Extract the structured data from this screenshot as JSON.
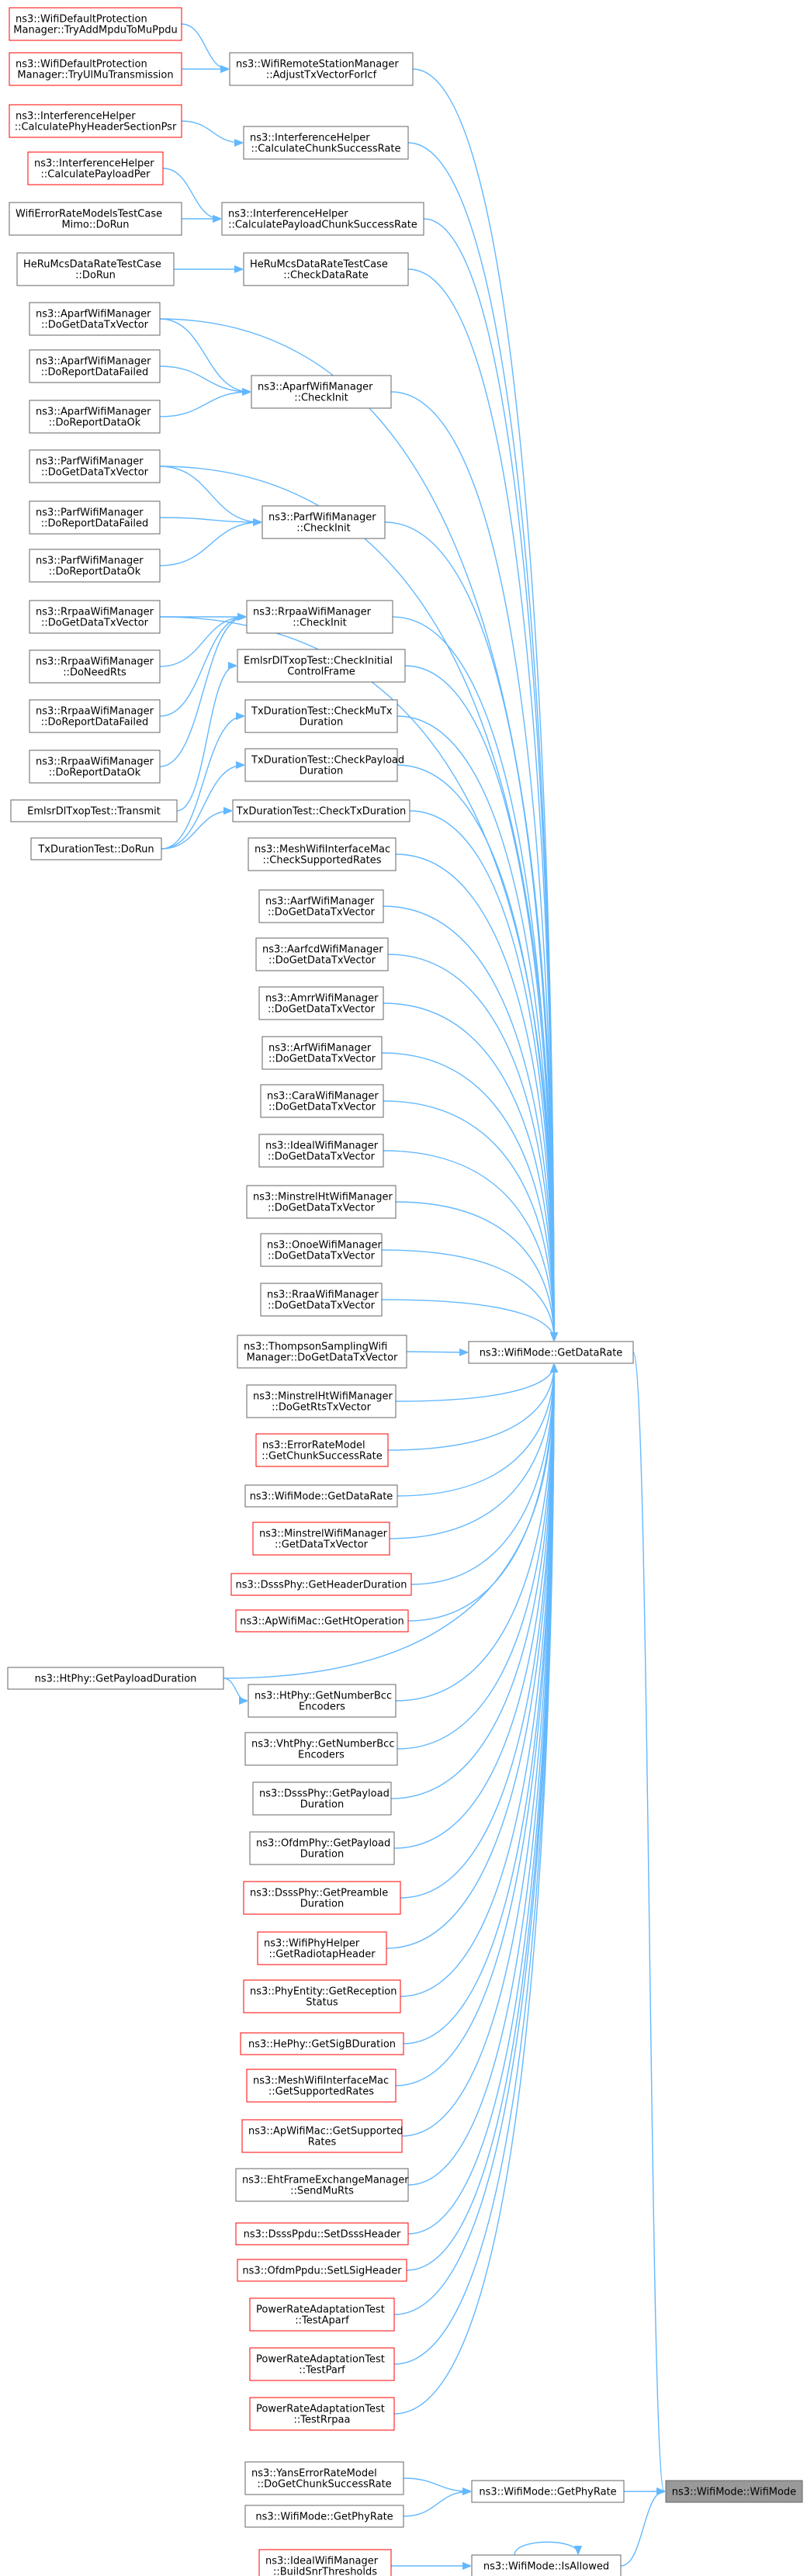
{
  "diagram": {
    "type": "call-graph",
    "colors": {
      "edge": "#63b8ff",
      "border_normal": "#666666",
      "border_incomplete": "#ff0000",
      "focus_fill": "#999999",
      "background": "#ffffff"
    },
    "nodes": [
      {
        "id": "wifimode",
        "lines": [
          "ns3::WifiMode::WifiMode"
        ],
        "style": "focus"
      },
      {
        "id": "getphyrate",
        "lines": [
          "ns3::WifiMode::GetPhyRate"
        ],
        "style": "normal"
      },
      {
        "id": "isallowed",
        "lines": [
          "ns3::WifiMode::IsAllowed"
        ],
        "style": "normal"
      },
      {
        "id": "getdatarate",
        "lines": [
          "ns3::WifiMode::GetDataRate"
        ],
        "style": "normal"
      },
      {
        "id": "yans",
        "lines": [
          "ns3::YansErrorRateModel",
          "::DoGetChunkSuccessRate"
        ],
        "style": "normal"
      },
      {
        "id": "wm_getphyrate",
        "lines": [
          "ns3::WifiMode::GetPhyRate"
        ],
        "style": "normal"
      },
      {
        "id": "ideal_build",
        "lines": [
          "ns3::IdealWifiManager",
          "::BuildSnrThresholds"
        ],
        "style": "red"
      },
      {
        "id": "remote_adjust",
        "lines": [
          "ns3::WifiRemoteStationManager",
          "::AdjustTxVectorForIcf"
        ],
        "style": "normal"
      },
      {
        "id": "defprot_mpdu",
        "lines": [
          "ns3::WifiDefaultProtection",
          "Manager::TryAddMpduToMuPpdu"
        ],
        "style": "red"
      },
      {
        "id": "defprot_ulmu",
        "lines": [
          "ns3::WifiDefaultProtection",
          "Manager::TryUlMuTransmission"
        ],
        "style": "red"
      },
      {
        "id": "ih_chunk",
        "lines": [
          "ns3::InterferenceHelper",
          "::CalculateChunkSuccessRate"
        ],
        "style": "normal"
      },
      {
        "id": "ih_phyhdr",
        "lines": [
          "ns3::InterferenceHelper",
          "::CalculatePhyHeaderSectionPsr"
        ],
        "style": "red"
      },
      {
        "id": "ih_payloadchunk",
        "lines": [
          "ns3::InterferenceHelper",
          "::CalculatePayloadChunkSuccessRate"
        ],
        "style": "normal"
      },
      {
        "id": "ih_payloadper",
        "lines": [
          "ns3::InterferenceHelper",
          "::CalculatePayloadPer"
        ],
        "style": "red"
      },
      {
        "id": "wifierr_mimo",
        "lines": [
          "WifiErrorRateModelsTestCase",
          "Mimo::DoRun"
        ],
        "style": "normal"
      },
      {
        "id": "herumcs_check",
        "lines": [
          "HeRuMcsDataRateTestCase",
          "::CheckDataRate"
        ],
        "style": "normal"
      },
      {
        "id": "herumcs_run",
        "lines": [
          "HeRuMcsDataRateTestCase",
          "::DoRun"
        ],
        "style": "normal"
      },
      {
        "id": "aparf_dgd",
        "lines": [
          "ns3::AparfWifiManager",
          "::DoGetDataTxVector"
        ],
        "style": "normal"
      },
      {
        "id": "aparf_init",
        "lines": [
          "ns3::AparfWifiManager",
          "::CheckInit"
        ],
        "style": "normal"
      },
      {
        "id": "aparf_drf",
        "lines": [
          "ns3::AparfWifiManager",
          "::DoReportDataFailed"
        ],
        "style": "normal"
      },
      {
        "id": "aparf_dro",
        "lines": [
          "ns3::AparfWifiManager",
          "::DoReportDataOk"
        ],
        "style": "normal"
      },
      {
        "id": "parf_dgd",
        "lines": [
          "ns3::ParfWifiManager",
          "::DoGetDataTxVector"
        ],
        "style": "normal"
      },
      {
        "id": "parf_init",
        "lines": [
          "ns3::ParfWifiManager",
          "::CheckInit"
        ],
        "style": "normal"
      },
      {
        "id": "parf_drf",
        "lines": [
          "ns3::ParfWifiManager",
          "::DoReportDataFailed"
        ],
        "style": "normal"
      },
      {
        "id": "parf_dro",
        "lines": [
          "ns3::ParfWifiManager",
          "::DoReportDataOk"
        ],
        "style": "normal"
      },
      {
        "id": "rrpaa_dgd",
        "lines": [
          "ns3::RrpaaWifiManager",
          "::DoGetDataTxVector"
        ],
        "style": "normal"
      },
      {
        "id": "rrpaa_init",
        "lines": [
          "ns3::RrpaaWifiManager",
          "::CheckInit"
        ],
        "style": "normal"
      },
      {
        "id": "rrpaa_dnr",
        "lines": [
          "ns3::RrpaaWifiManager",
          "::DoNeedRts"
        ],
        "style": "normal"
      },
      {
        "id": "rrpaa_drf",
        "lines": [
          "ns3::RrpaaWifiManager",
          "::DoReportDataFailed"
        ],
        "style": "normal"
      },
      {
        "id": "rrpaa_dro",
        "lines": [
          "ns3::RrpaaWifiManager",
          "::DoReportDataOk"
        ],
        "style": "normal"
      },
      {
        "id": "emlsr_cic",
        "lines": [
          "EmlsrDlTxopTest::CheckInitial",
          "ControlFrame"
        ],
        "style": "normal"
      },
      {
        "id": "txdur_mutx",
        "lines": [
          "TxDurationTest::CheckMuTx",
          "Duration"
        ],
        "style": "normal"
      },
      {
        "id": "txdur_payload",
        "lines": [
          "TxDurationTest::CheckPayload",
          "Duration"
        ],
        "style": "normal"
      },
      {
        "id": "emlsr_transmit",
        "lines": [
          "EmlsrDlTxopTest::Transmit"
        ],
        "style": "normal"
      },
      {
        "id": "txdur_txdur",
        "lines": [
          "TxDurationTest::CheckTxDuration"
        ],
        "style": "normal"
      },
      {
        "id": "txdur_run",
        "lines": [
          "TxDurationTest::DoRun"
        ],
        "style": "normal"
      },
      {
        "id": "mesh_csr",
        "lines": [
          "ns3::MeshWifiInterfaceMac",
          "::CheckSupportedRates"
        ],
        "style": "normal"
      },
      {
        "id": "aarf",
        "lines": [
          "ns3::AarfWifiManager",
          "::DoGetDataTxVector"
        ],
        "style": "normal"
      },
      {
        "id": "aarfcd",
        "lines": [
          "ns3::AarfcdWifiManager",
          "::DoGetDataTxVector"
        ],
        "style": "normal"
      },
      {
        "id": "amrr",
        "lines": [
          "ns3::AmrrWifiManager",
          "::DoGetDataTxVector"
        ],
        "style": "normal"
      },
      {
        "id": "arf",
        "lines": [
          "ns3::ArfWifiManager",
          "::DoGetDataTxVector"
        ],
        "style": "normal"
      },
      {
        "id": "cara",
        "lines": [
          "ns3::CaraWifiManager",
          "::DoGetDataTxVector"
        ],
        "style": "normal"
      },
      {
        "id": "ideal",
        "lines": [
          "ns3::IdealWifiManager",
          "::DoGetDataTxVector"
        ],
        "style": "normal"
      },
      {
        "id": "minstrelht",
        "lines": [
          "ns3::MinstrelHtWifiManager",
          "::DoGetDataTxVector"
        ],
        "style": "normal"
      },
      {
        "id": "onoe",
        "lines": [
          "ns3::OnoeWifiManager",
          "::DoGetDataTxVector"
        ],
        "style": "normal"
      },
      {
        "id": "rraa",
        "lines": [
          "ns3::RraaWifiManager",
          "::DoGetDataTxVector"
        ],
        "style": "normal"
      },
      {
        "id": "thompson",
        "lines": [
          "ns3::ThompsonSamplingWifi",
          "Manager::DoGetDataTxVector"
        ],
        "style": "normal"
      },
      {
        "id": "minstrelht_rts",
        "lines": [
          "ns3::MinstrelHtWifiManager",
          "::DoGetRtsTxVector"
        ],
        "style": "normal"
      },
      {
        "id": "errmodel_chunk",
        "lines": [
          "ns3::ErrorRateModel",
          "::GetChunkSuccessRate"
        ],
        "style": "red"
      },
      {
        "id": "wm_getdatarate",
        "lines": [
          "ns3::WifiMode::GetDataRate"
        ],
        "style": "normal"
      },
      {
        "id": "minstrel",
        "lines": [
          "ns3::MinstrelWifiManager",
          "::GetDataTxVector"
        ],
        "style": "red"
      },
      {
        "id": "dsss_hdrdur",
        "lines": [
          "ns3::DsssPhy::GetHeaderDuration"
        ],
        "style": "red"
      },
      {
        "id": "ap_htop",
        "lines": [
          "ns3::ApWifiMac::GetHtOperation"
        ],
        "style": "red"
      },
      {
        "id": "htphy_payload",
        "lines": [
          "ns3::HtPhy::GetPayloadDuration"
        ],
        "style": "normal"
      },
      {
        "id": "htphy_bcc",
        "lines": [
          "ns3::HtPhy::GetNumberBcc",
          "Encoders"
        ],
        "style": "normal"
      },
      {
        "id": "vhtphy_bcc",
        "lines": [
          "ns3::VhtPhy::GetNumberBcc",
          "Encoders"
        ],
        "style": "normal"
      },
      {
        "id": "dsss_payload",
        "lines": [
          "ns3::DsssPhy::GetPayload",
          "Duration"
        ],
        "style": "normal"
      },
      {
        "id": "ofdm_payload",
        "lines": [
          "ns3::OfdmPhy::GetPayload",
          "Duration"
        ],
        "style": "normal"
      },
      {
        "id": "dsss_preamble",
        "lines": [
          "ns3::DsssPhy::GetPreamble",
          "Duration"
        ],
        "style": "red"
      },
      {
        "id": "radiotap",
        "lines": [
          "ns3::WifiPhyHelper",
          "::GetRadiotapHeader"
        ],
        "style": "red"
      },
      {
        "id": "phyentity_rx",
        "lines": [
          "ns3::PhyEntity::GetReception",
          "Status"
        ],
        "style": "red"
      },
      {
        "id": "hephy_sigb",
        "lines": [
          "ns3::HePhy::GetSigBDuration"
        ],
        "style": "red"
      },
      {
        "id": "mesh_gsr",
        "lines": [
          "ns3::MeshWifiInterfaceMac",
          "::GetSupportedRates"
        ],
        "style": "red"
      },
      {
        "id": "ap_gsr",
        "lines": [
          "ns3::ApWifiMac::GetSupported",
          "Rates"
        ],
        "style": "red"
      },
      {
        "id": "eht_mu_rts",
        "lines": [
          "ns3::EhtFrameExchangeManager",
          "::SendMuRts"
        ],
        "style": "normal"
      },
      {
        "id": "dsss_set",
        "lines": [
          "ns3::DsssPpdu::SetDsssHeader"
        ],
        "style": "red"
      },
      {
        "id": "ofdm_set",
        "lines": [
          "ns3::OfdmPpdu::SetLSigHeader"
        ],
        "style": "red"
      },
      {
        "id": "pra_aparf",
        "lines": [
          "PowerRateAdaptationTest",
          "::TestAparf"
        ],
        "style": "red"
      },
      {
        "id": "pra_parf",
        "lines": [
          "PowerRateAdaptationTest",
          "::TestParf"
        ],
        "style": "red"
      },
      {
        "id": "pra_rrpaa",
        "lines": [
          "PowerRateAdaptationTest",
          "::TestRrpaa"
        ],
        "style": "red"
      }
    ]
  }
}
